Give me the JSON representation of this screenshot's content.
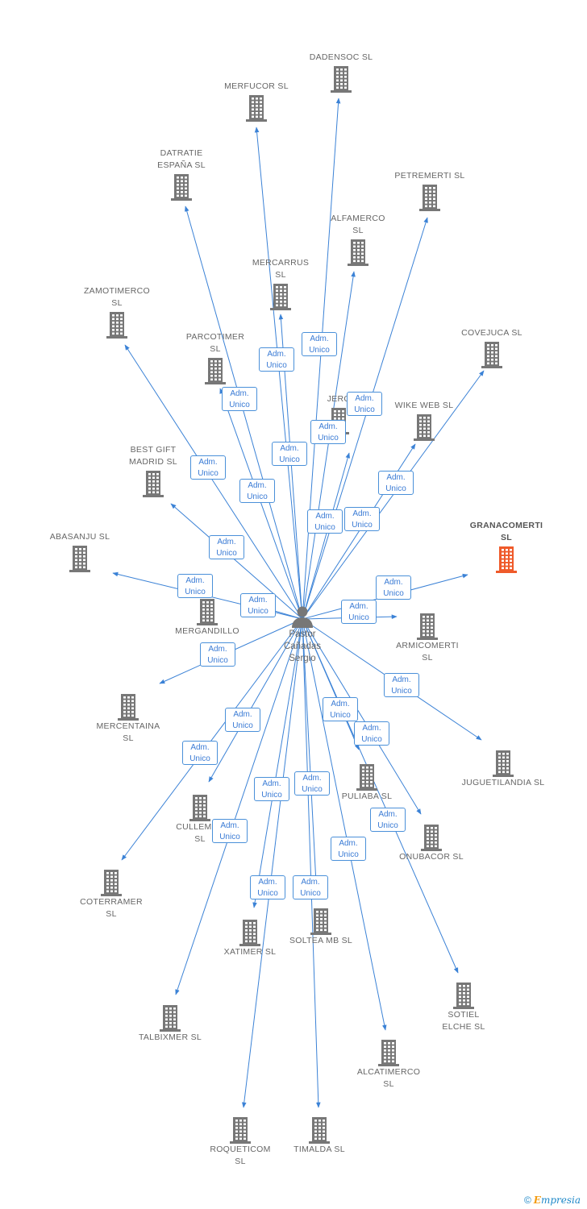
{
  "center": {
    "name": "Pastor\nCañadas\nSergio",
    "icon": "person-icon"
  },
  "role_label": "Adm.\nUnico",
  "colors": {
    "edge": "#3b82d6",
    "company": "#777777",
    "highlight": "#ef5a2a",
    "badge_border": "#4a90d9"
  },
  "companies": [
    {
      "id": "dadensoc",
      "name": "DADENSOC  SL"
    },
    {
      "id": "merfucor",
      "name": "MERFUCOR  SL"
    },
    {
      "id": "datratie",
      "name": "DATRATIE\nESPAÑA  SL"
    },
    {
      "id": "petremerti",
      "name": "PETREMERTI  SL"
    },
    {
      "id": "alfamerco",
      "name": "ALFAMERCO\nSL"
    },
    {
      "id": "mercarrus",
      "name": "MERCARRUS\nSL"
    },
    {
      "id": "zamotimerco",
      "name": "ZAMOTIMERCO\nSL"
    },
    {
      "id": "covejuca",
      "name": "COVEJUCA  SL"
    },
    {
      "id": "parcotimer",
      "name": "PARCOTIMER\nSL"
    },
    {
      "id": "jerc",
      "name": "JERC"
    },
    {
      "id": "wikeweb",
      "name": "WIKE WEB  SL"
    },
    {
      "id": "bestgift",
      "name": "BEST GIFT\nMADRID  SL"
    },
    {
      "id": "granacomerti",
      "name": "GRANACOMERTI\nSL",
      "highlight": true
    },
    {
      "id": "abasanju",
      "name": "ABASANJU  SL"
    },
    {
      "id": "mergandillo",
      "name": "MERGANDILLO"
    },
    {
      "id": "armicomerti",
      "name": "ARMICOMERTI\nSL"
    },
    {
      "id": "mercentaina",
      "name": "MERCENTAINA\nSL"
    },
    {
      "id": "juguetilandia",
      "name": "JUGUETILANDIA SL"
    },
    {
      "id": "puliaba",
      "name": "PULIABA  SL"
    },
    {
      "id": "cullemer",
      "name": "CULLEMER\nSL"
    },
    {
      "id": "onubacor",
      "name": "ONUBACOR  SL"
    },
    {
      "id": "coterramer",
      "name": "COTERRAMER\nSL"
    },
    {
      "id": "xatimer",
      "name": "XATIMER  SL"
    },
    {
      "id": "solteamb",
      "name": "SOLTEA MB  SL"
    },
    {
      "id": "sotielelche",
      "name": "SOTIEL\nELCHE  SL"
    },
    {
      "id": "talbixmer",
      "name": "TALBIXMER  SL"
    },
    {
      "id": "alcatimerco",
      "name": "ALCATIMERCO\nSL"
    },
    {
      "id": "roqueticom",
      "name": "ROQUETICOM\nSL"
    },
    {
      "id": "timalda",
      "name": "TIMALDA  SL"
    }
  ],
  "footer": {
    "copyright": "©",
    "brand_initial": "E",
    "brand_rest": "mpresia"
  }
}
